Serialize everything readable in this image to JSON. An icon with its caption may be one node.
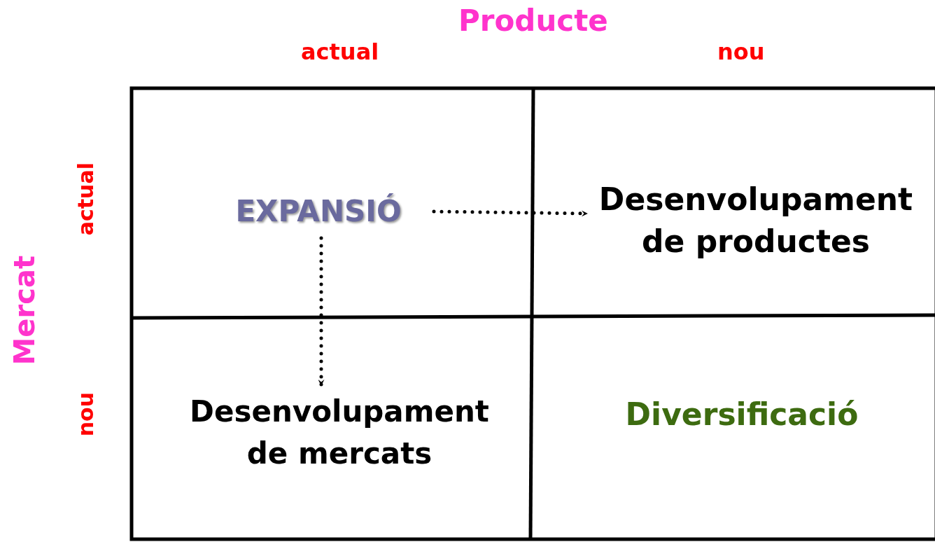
{
  "diagram": {
    "nodes": [
      {
        "text": [
          "EXPANSIÓ"
        ]
      },
      {
        "text": [
          "Desenvolupament de productes"
        ]
      },
      {
        "text": [
          "Desenvolupament de mercats"
        ]
      },
      {
        "text": [
          "Diversificació"
        ]
      }
    ],
    "edges": [
      {
        "from": 0,
        "to": 1,
        "arrow": "to",
        "style": "dashed"
      },
      {
        "from": 0,
        "to": 2,
        "arrow": "to",
        "style": "dashed"
      }
    ],
    "labels": [
      "Producte",
      "actual",
      "nou",
      "Mercat",
      "actual",
      "nou"
    ]
  }
}
